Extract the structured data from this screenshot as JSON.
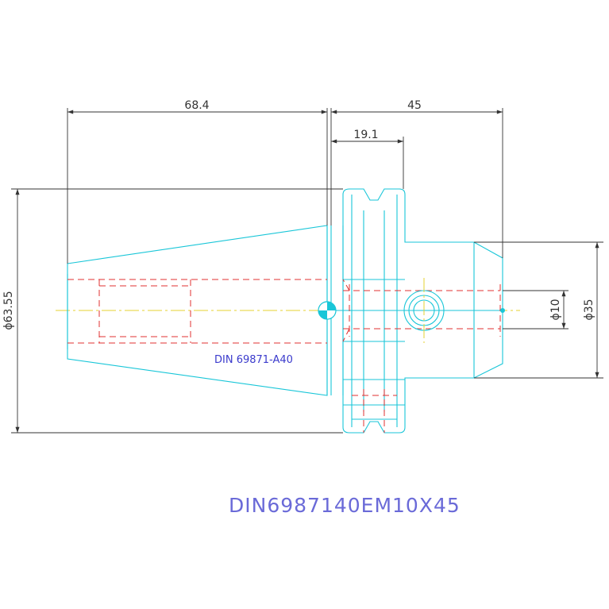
{
  "drawing": {
    "dimensions": {
      "length_taper": "68.4",
      "length_nose": "45",
      "flange_width": "19.1",
      "dia_flange": "ϕ63.55",
      "dia_bore": "ϕ10",
      "dia_nose": "ϕ35"
    },
    "spec_label": "DIN 69871-A40",
    "part_number": "DIN6987140EM10X45"
  },
  "colors": {
    "outline": "#19c6d8",
    "hidden_lines": "#e03030",
    "dimension_lines": "#333333",
    "center_line": "#e6d030",
    "title_text": "#6a6ad8"
  }
}
